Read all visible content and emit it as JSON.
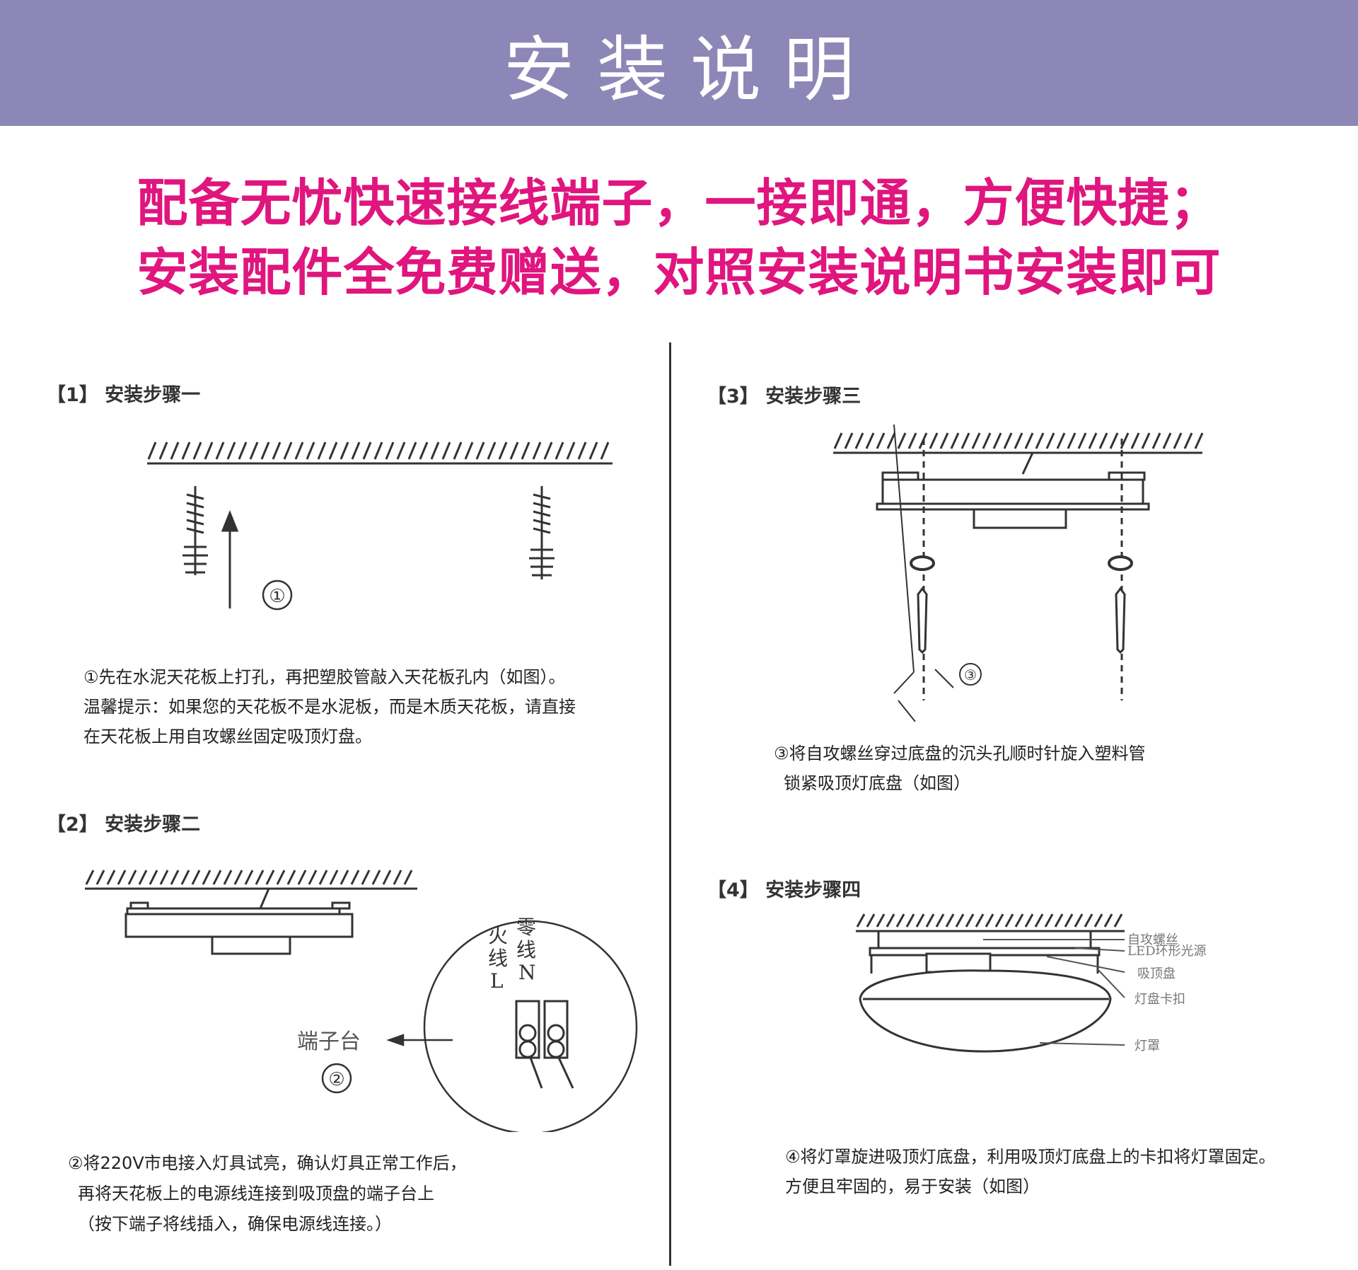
{
  "header": {
    "title": "安装说明"
  },
  "slogan": {
    "line1": "配备无忧快速接线端子，一接即通，方便快捷；",
    "line2": "安装配件全免费赠送，对照安装说明书安装即可"
  },
  "steps": [
    {
      "title": "【1】 安装步骤一",
      "marker": "①",
      "desc": [
        "①先在水泥天花板上打孔，再把塑胶管敲入天花板孔内（如图）。",
        "温馨提示：如果您的天花板不是水泥板，而是木质天花板，请直接",
        "在天花板上用自攻螺丝固定吸顶灯盘。"
      ]
    },
    {
      "title": "【2】 安装步骤二",
      "marker": "②",
      "terminal_label": "端子台",
      "live_label": [
        "火",
        "线",
        "L"
      ],
      "neutral_label": [
        "零",
        "线",
        "N"
      ],
      "desc": [
        "②将220V市电接入灯具试亮，确认灯具正常工作后，",
        "再将天花板上的电源线连接到吸顶盘的端子台上",
        "（按下端子将线插入，确保电源线连接。）"
      ]
    },
    {
      "title": "【3】 安装步骤三",
      "marker": "③",
      "desc": [
        "③将自攻螺丝穿过底盘的沉头孔顺时针旋入塑料管",
        "锁紧吸顶灯底盘（如图）"
      ]
    },
    {
      "title": "【4】 安装步骤四",
      "parts": [
        "自攻螺丝",
        "LED环形光源",
        "吸顶盘",
        "灯盘卡扣",
        "灯罩"
      ],
      "desc": [
        "④将灯罩旋进吸顶灯底盘，利用吸顶灯底盘上的卡扣将灯罩固定。",
        "方便且牢固的，易于安装（如图）"
      ]
    }
  ],
  "colors": {
    "banner": "#8d87b7",
    "slogan": "#e0157e",
    "line_art": "#333333"
  }
}
